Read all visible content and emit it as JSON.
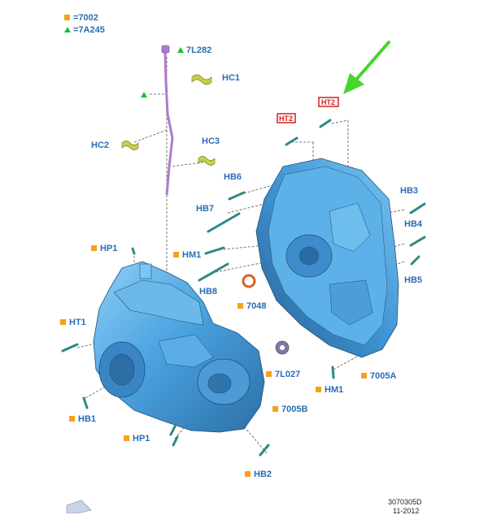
{
  "legend": {
    "square_code": "=7002",
    "triangle_code": "=7A245"
  },
  "labels": {
    "l7L282": "7L282",
    "hc1": "HC1",
    "hc2": "HC2",
    "hc3": "HC3",
    "hb6": "HB6",
    "hb7": "HB7",
    "hm1_top": "HM1",
    "hb8": "HB8",
    "hp1_top": "HP1",
    "ht1": "HT1",
    "hb1": "HB1",
    "hp1_bottom": "HP1",
    "hb2": "HB2",
    "l7005b": "7005B",
    "l7L027": "7L027",
    "l7048": "7048",
    "hm1_right": "HM1",
    "l7005a": "7005A",
    "hb3": "HB3",
    "hb4": "HB4",
    "hb5": "HB5",
    "ht2_a": "HT2",
    "ht2_b": "HT2"
  },
  "footer": {
    "part_ref": "3070305D",
    "date": "11-2012"
  },
  "colors": {
    "label_blue": "#2a6db5",
    "legend_orange": "#f5a21b",
    "legend_green": "#19c22a",
    "arrow_green": "#44d62c",
    "housing_blue": "#4aa3e0",
    "dipstick_purple": "#b07ac8",
    "highlight_red": "#d42020"
  }
}
